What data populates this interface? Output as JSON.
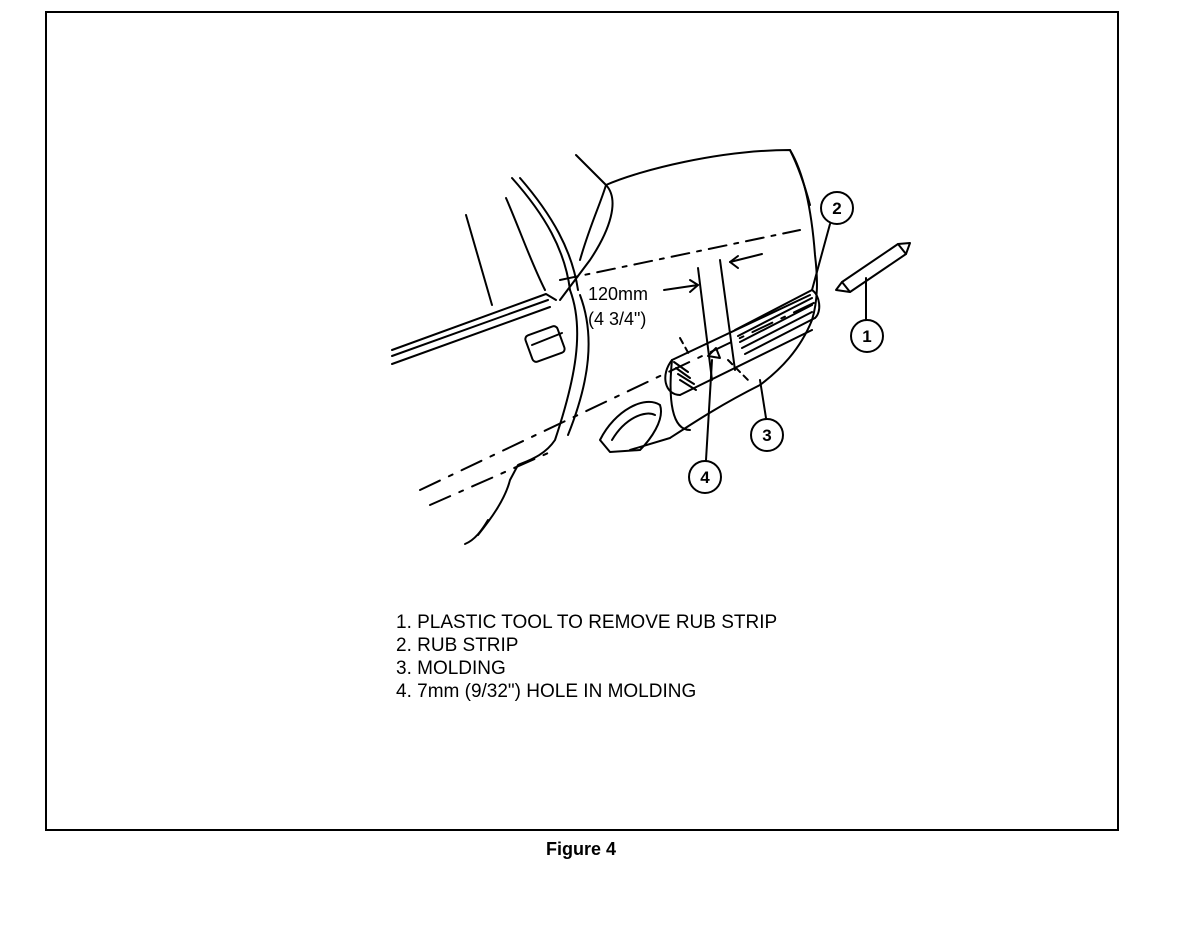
{
  "diagram": {
    "dimension": {
      "metric": "120mm",
      "imperial": "(4 3/4\")"
    },
    "callouts": [
      "1",
      "2",
      "3",
      "4"
    ]
  },
  "legend": {
    "items": [
      "1. PLASTIC TOOL TO REMOVE RUB STRIP",
      "2. RUB STRIP",
      "3. MOLDING",
      "4. 7mm (9/32\") HOLE IN MOLDING"
    ]
  },
  "caption": "Figure 4",
  "colors": {
    "ink": "#000000",
    "paper": "#ffffff"
  }
}
